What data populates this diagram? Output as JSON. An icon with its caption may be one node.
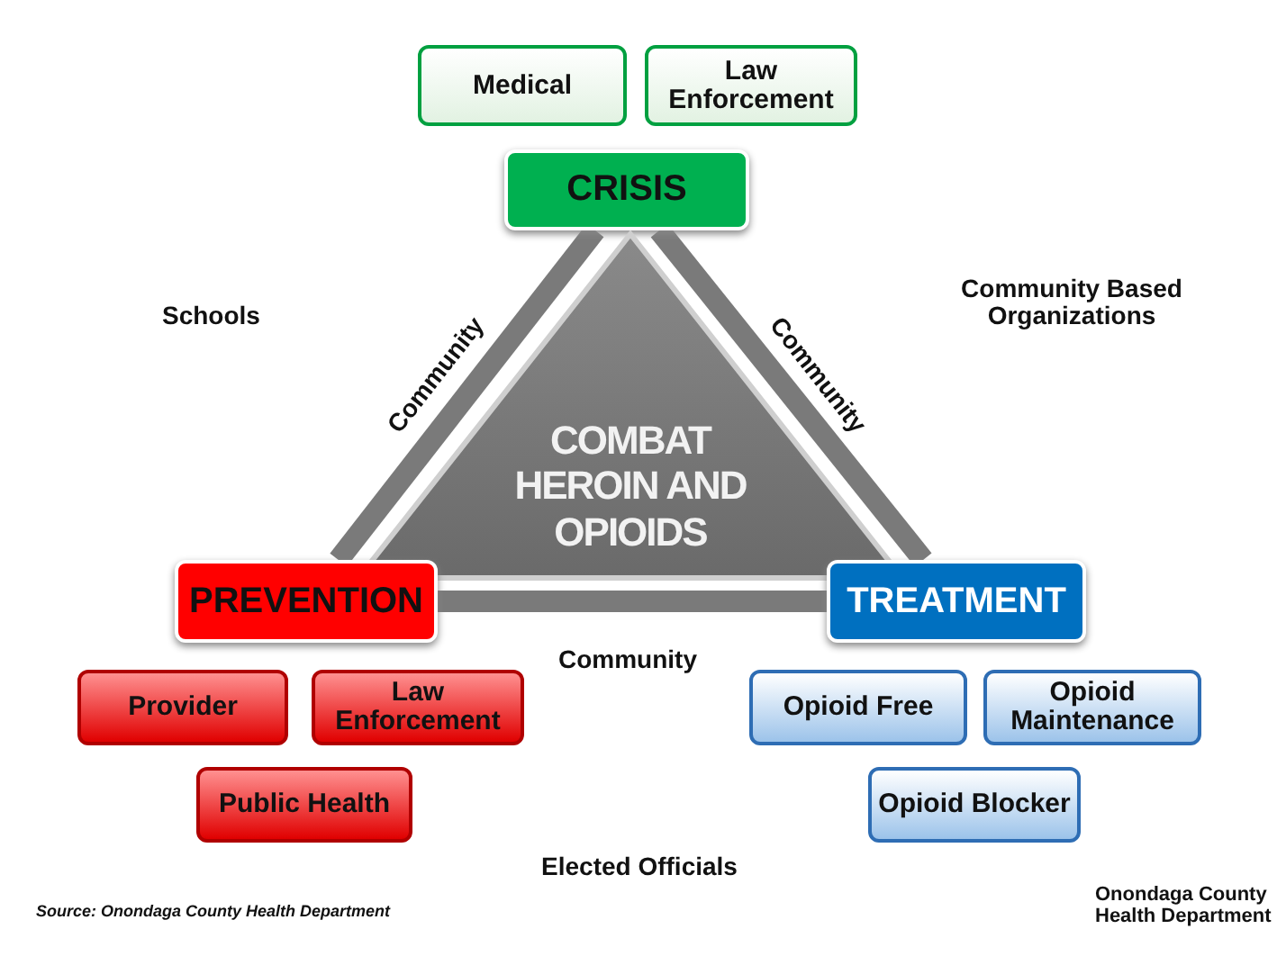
{
  "diagram": {
    "nodes": [
      {
        "text": [
          "Medical"
        ]
      },
      {
        "text": [
          "Law Enforcement"
        ]
      },
      {
        "text": [
          "CRISIS"
        ]
      },
      {
        "text": [
          "COMBAT HEROIN AND OPIOIDS"
        ]
      },
      {
        "text": [
          "PREVENTION"
        ]
      },
      {
        "text": [
          "Provider"
        ]
      },
      {
        "text": [
          "Law Enforcement"
        ]
      },
      {
        "text": [
          "Public Health"
        ]
      },
      {
        "text": [
          "TREATMENT"
        ]
      },
      {
        "text": [
          "Opioid Free"
        ]
      },
      {
        "text": [
          "Opioid Maintenance"
        ]
      },
      {
        "text": [
          "Opioid Blocker"
        ]
      }
    ],
    "edges": [
      {
        "from": 2,
        "to": 4,
        "arrow": "none",
        "label": "Community"
      },
      {
        "from": 2,
        "to": 8,
        "arrow": "none",
        "label": "Community"
      },
      {
        "from": 4,
        "to": 8,
        "arrow": "none",
        "label": "Community"
      }
    ],
    "labels": [
      "Schools",
      "Community Based Organizations",
      "Elected Officials",
      "Source: Onondaga County Health Department",
      "Onondaga County Health Department"
    ]
  }
}
